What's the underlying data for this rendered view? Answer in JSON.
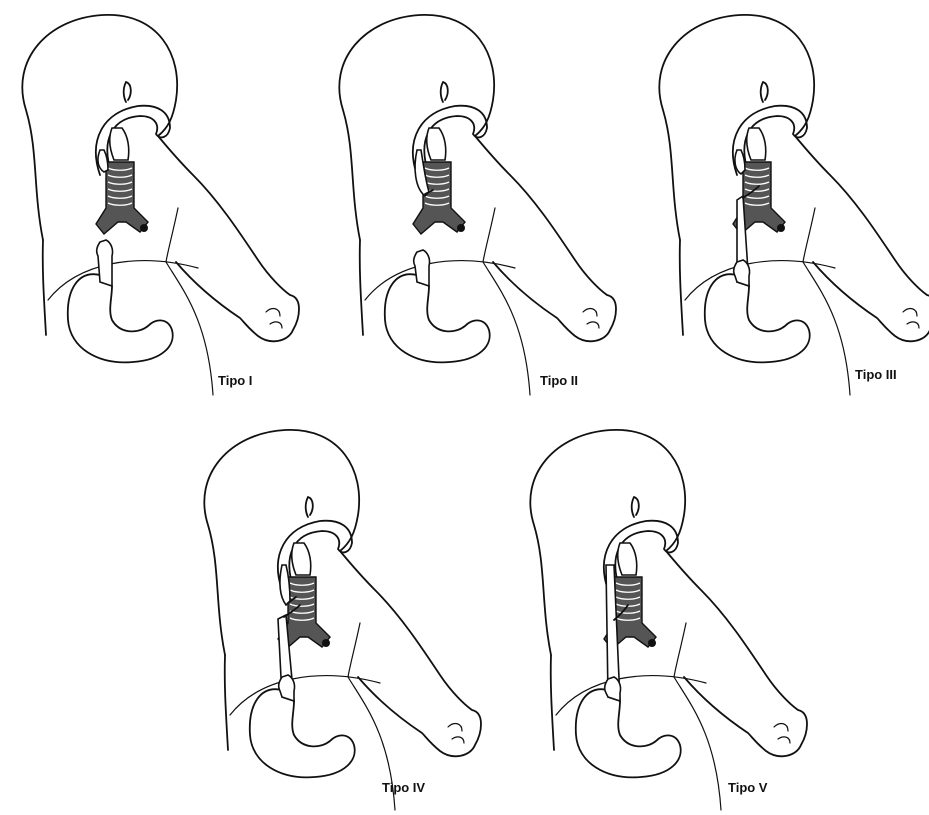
{
  "figure": {
    "panels": [
      {
        "id": "tipo-1",
        "label": "Tipo I",
        "variant": "atresia-no-fistula"
      },
      {
        "id": "tipo-2",
        "label": "Tipo II",
        "variant": "proximal-fistula"
      },
      {
        "id": "tipo-3",
        "label": "Tipo III",
        "variant": "distal-fistula"
      },
      {
        "id": "tipo-4",
        "label": "Tipo IV",
        "variant": "double-fistula"
      },
      {
        "id": "tipo-5",
        "label": "Tipo V",
        "variant": "h-type-fistula"
      }
    ]
  },
  "colors": {
    "line": "#111111",
    "trachea_fill": "#555555",
    "background": "#ffffff"
  }
}
